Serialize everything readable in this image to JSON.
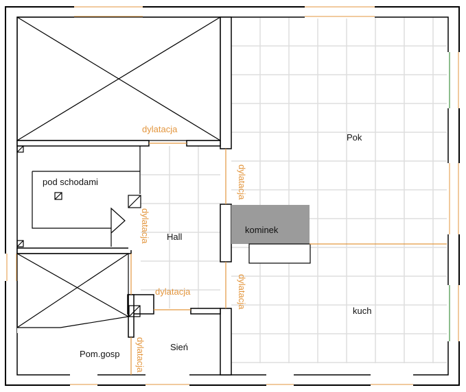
{
  "rooms": {
    "pok": "Pok",
    "kuch": "kuch",
    "hall": "Hall",
    "pod_schodami": "pod schodami",
    "pom_gosp": "Pom.gosp",
    "sien": "Sień"
  },
  "fireplace": {
    "label": "kominek",
    "color": "#9b9b9b"
  },
  "expansion_joint": {
    "label": "dylatacja",
    "color": "#e3963e"
  },
  "colors": {
    "wall": "#000000",
    "tile_grid": "#dedede",
    "window_frame": "#e3963e",
    "window_glass_accent": "#1e7d1e"
  }
}
